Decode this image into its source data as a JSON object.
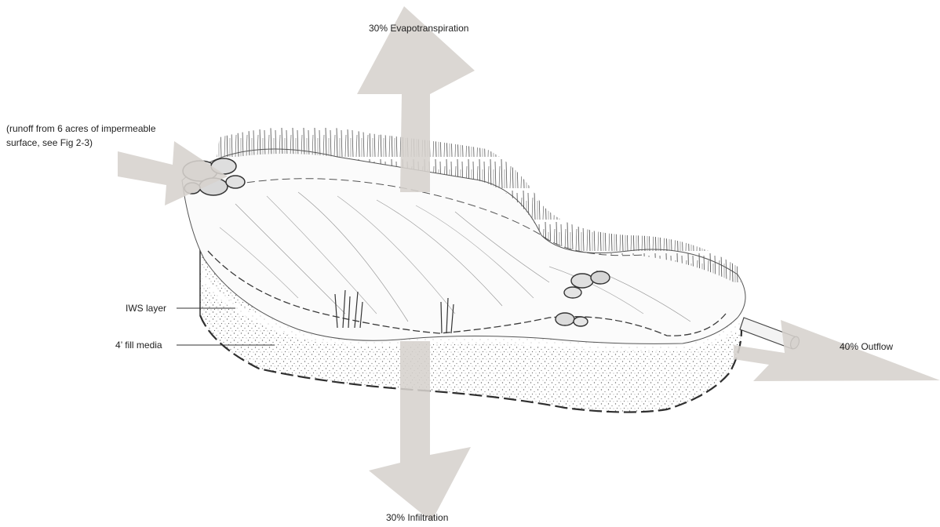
{
  "diagram": {
    "labels": {
      "evapotranspiration": "30% Evapotranspiration",
      "runoff_line1": "(runoff from 6 acres of impermeable",
      "runoff_line2": "surface, see Fig 2-3)",
      "outflow": "40% Outflow",
      "infiltration": "30% Infiltration",
      "iws_layer": "IWS layer",
      "fill_media": "4’ fill media"
    },
    "colors": {
      "arrow": "#d6d2cd",
      "ink": "#3a3a3a",
      "soil": "#8a8a8a",
      "background": "#ffffff"
    }
  }
}
